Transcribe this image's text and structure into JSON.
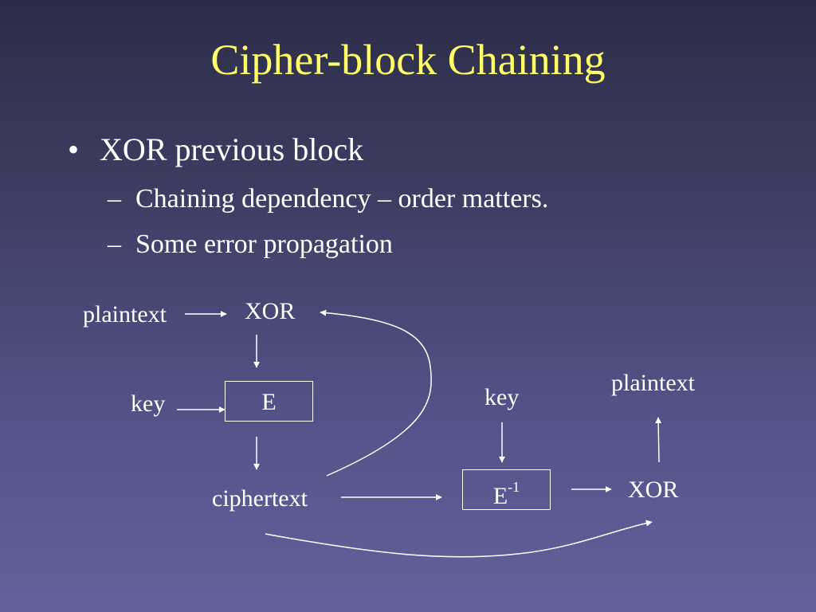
{
  "slide": {
    "title": "Cipher-block Chaining",
    "bullet": "XOR previous block",
    "bullet_marker": "•",
    "subbullet_marker": "–",
    "subbullets": [
      "Chaining dependency – order matters.",
      "Some error propagation"
    ]
  },
  "diagram": {
    "encrypt": {
      "plaintext_label": "plaintext",
      "xor_label": "XOR",
      "key_label": "key",
      "cipher_box_label": "E",
      "ciphertext_label": "ciphertext"
    },
    "decrypt": {
      "key_label": "key",
      "decipher_box_label": "E",
      "decipher_box_superscript": "-1",
      "xor_label": "XOR",
      "plaintext_label": "plaintext"
    }
  },
  "colors": {
    "title": "#ffff66",
    "text": "#ffffff",
    "background_top": "#2c2c48",
    "background_bottom": "#62629c"
  }
}
